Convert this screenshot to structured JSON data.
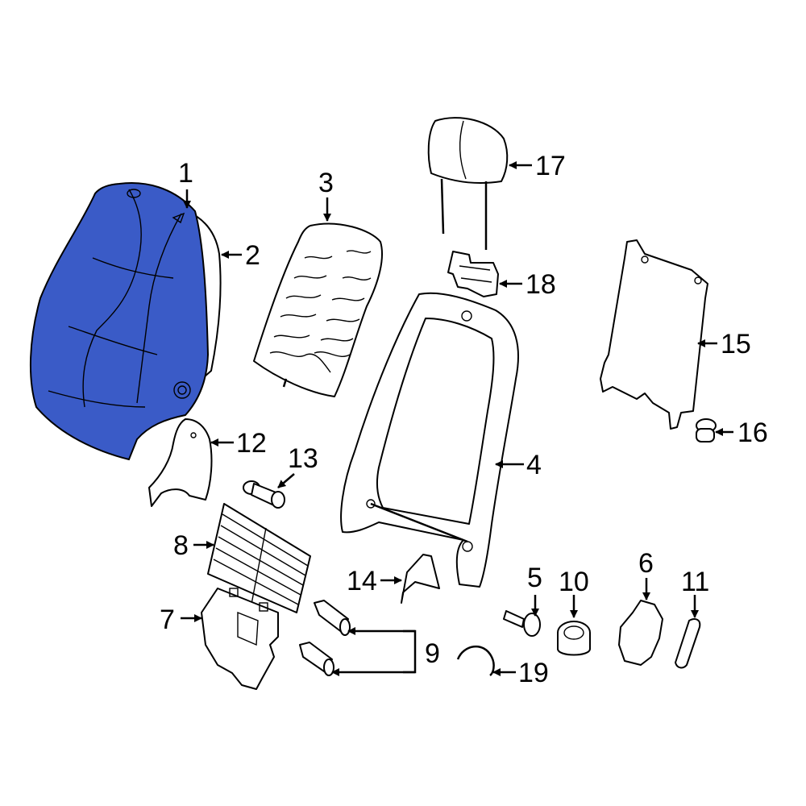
{
  "colors": {
    "highlight": "#3a5bc7",
    "line": "#000000",
    "background": "#ffffff"
  },
  "callouts": {
    "c1": "1",
    "c2": "2",
    "c3": "3",
    "c4": "4",
    "c5": "5",
    "c6": "6",
    "c7": "7",
    "c8": "8",
    "c9": "9",
    "c10": "10",
    "c11": "11",
    "c12": "12",
    "c13": "13",
    "c14": "14",
    "c15": "15",
    "c16": "16",
    "c17": "17",
    "c18": "18",
    "c19": "19"
  }
}
